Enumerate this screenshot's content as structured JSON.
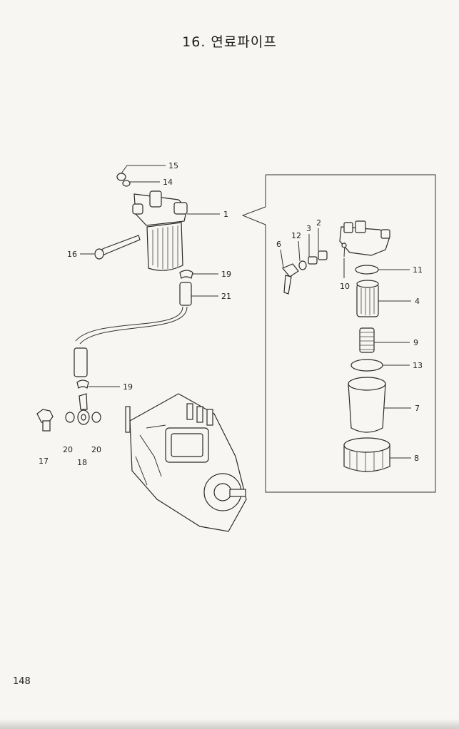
{
  "title": "16. 연료파이프",
  "page_number": "148",
  "callouts": {
    "c1": "1",
    "c2": "2",
    "c3": "3",
    "c4": "4",
    "c6": "6",
    "c7": "7",
    "c8": "8",
    "c9": "9",
    "c10": "10",
    "c11": "11",
    "c12": "12",
    "c13": "13",
    "c14": "14",
    "c15": "15",
    "c16": "16",
    "c17": "17",
    "c18": "18",
    "c19a": "19",
    "c19b": "19",
    "c20a": "20",
    "c20b": "20",
    "c21": "21"
  }
}
